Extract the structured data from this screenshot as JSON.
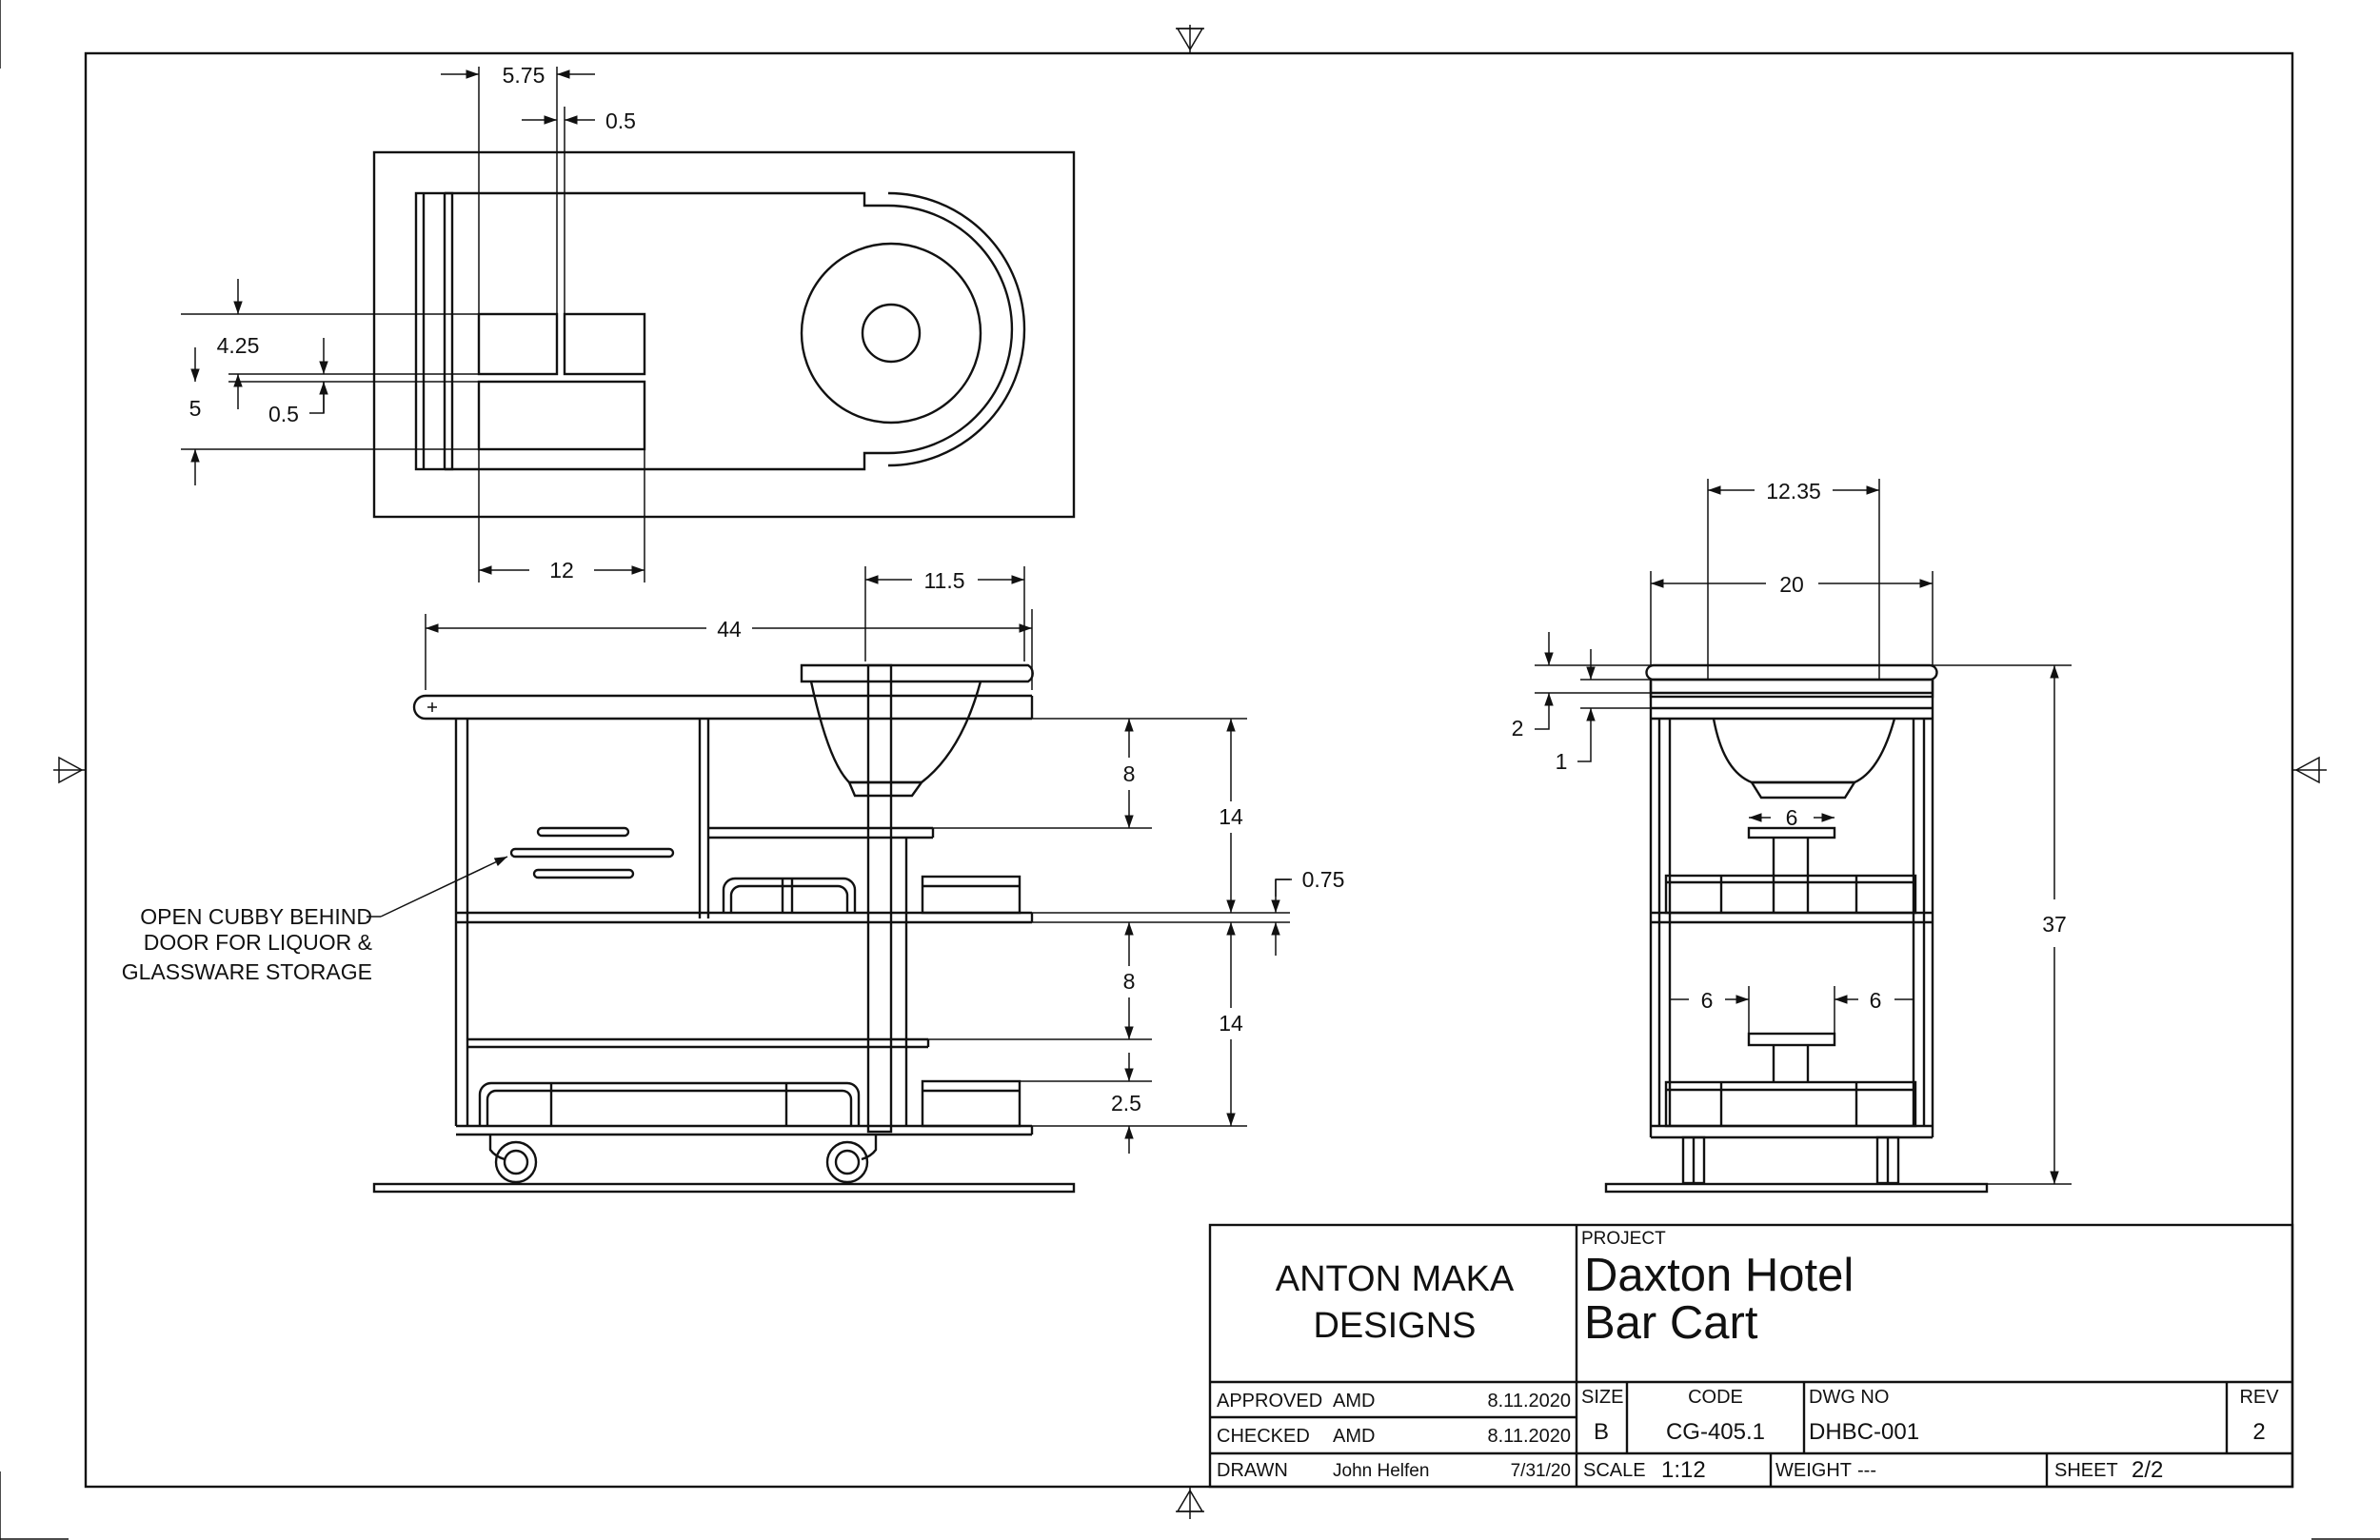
{
  "drawing": {
    "title_block": {
      "company": [
        "ANTON MAKA",
        "DESIGNS"
      ],
      "project_label": "PROJECT",
      "project_name": [
        "Daxton Hotel",
        "Bar Cart"
      ],
      "approved_label": "APPROVED",
      "approved_by": "AMD",
      "approved_date": "8.11.2020",
      "checked_label": "CHECKED",
      "checked_by": "AMD",
      "checked_date": "8.11.2020",
      "drawn_label": "DRAWN",
      "drawn_by": "John Helfen",
      "drawn_date": "7/31/20",
      "size_label": "SIZE",
      "size": "B",
      "code_label": "CODE",
      "code": "CG-405.1",
      "dwg_no_label": "DWG NO",
      "dwg_no": "DHBC-001",
      "rev_label": "REV",
      "rev": "2",
      "scale_label": "SCALE",
      "scale": "1:12",
      "weight_label": "WEIGHT",
      "weight": "---",
      "sheet_label": "SHEET",
      "sheet": "2/2"
    },
    "top_view_dims": {
      "d_575": "5.75",
      "d_05_top": "0.5",
      "d_425": "4.25",
      "d_5": "5",
      "d_05_left": "0.5",
      "d_12": "12"
    },
    "front_view_dims": {
      "d_115": "11.5",
      "d_44": "44",
      "d_8_upper": "8",
      "d_14_upper": "14",
      "d_075": "0.75",
      "d_8_lower": "8",
      "d_14_lower": "14",
      "d_25": "2.5"
    },
    "side_view_dims": {
      "d_1235": "12.35",
      "d_20": "20",
      "d_2": "2",
      "d_1": "1",
      "d_6_top": "6",
      "d_37": "37",
      "d_6_left": "6",
      "d_6_right": "6"
    },
    "callout": [
      "OPEN CUBBY BEHIND",
      "DOOR FOR LIQUOR &",
      "GLASSWARE STORAGE"
    ]
  }
}
